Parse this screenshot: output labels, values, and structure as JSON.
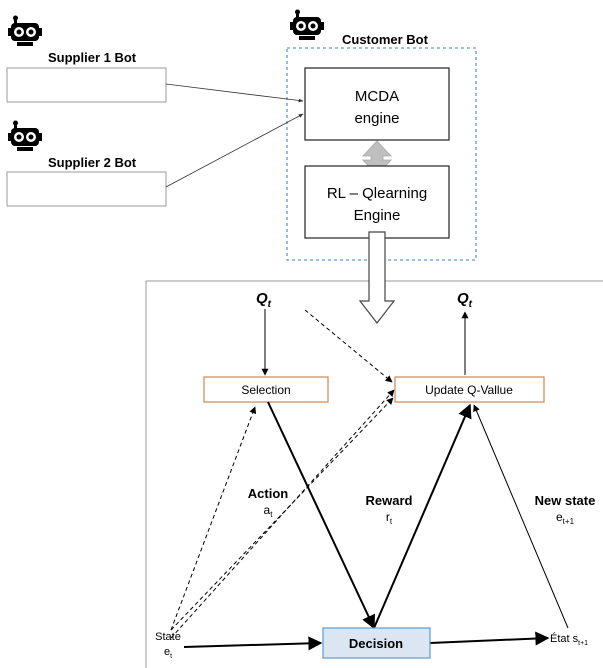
{
  "bots": {
    "supplier1": {
      "label": "Supplier 1 Bot",
      "icon": "robot-icon"
    },
    "supplier2": {
      "label": "Supplier 2 Bot",
      "icon": "robot-icon"
    },
    "customer": {
      "label": "Customer Bot",
      "icon": "robot-icon"
    }
  },
  "engines": {
    "mcda": {
      "line1": "MCDA",
      "line2": "engine"
    },
    "rl": {
      "line1": "RL – Qlearning",
      "line2": "Engine"
    }
  },
  "qlearning": {
    "q_left": {
      "main": "Q",
      "sub": "t"
    },
    "q_right": {
      "main": "Q",
      "sub": "t"
    },
    "selection": "Selection",
    "update": "Update Q-Vallue",
    "action": {
      "label": "Action",
      "var": "a",
      "sub": "t"
    },
    "reward": {
      "label": "Reward",
      "var": "r",
      "sub": "t"
    },
    "new_state": {
      "label": "New state",
      "var": "e",
      "sub": "t+1"
    },
    "state": {
      "label": "State",
      "var": "e",
      "sub": "t"
    },
    "etat": {
      "label": "État s",
      "sub": "t+1"
    },
    "decision": "Decision"
  },
  "colors": {
    "customer_border": "#5b9bd5",
    "orange_border": "#d0874f",
    "decision_fill": "#dce6f2",
    "decision_border": "#5b9bd5",
    "double_arrow": "#bfbfbf"
  }
}
